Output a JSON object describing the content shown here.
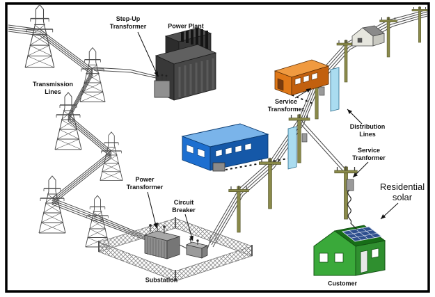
{
  "diagram": {
    "type": "power-grid-diagram",
    "labels": {
      "transmission_lines": "Transmission\nLines",
      "step_up_transformer": "Step-Up\nTransformer",
      "power_plant": "Power Plant",
      "service_transformer_top": "Service\nTransformer",
      "distribution_lines": "Distribution\nLines",
      "service_transformer_right": "Service\nTranformer",
      "residential_solar": "Residential\nsolar",
      "power_transformer": "Power\nTransformer",
      "circuit_breaker": "Circuit\nBreaker",
      "substation": "Substation",
      "customer": "Customer"
    },
    "colors": {
      "border": "#000000",
      "line_art": "#4a4a4a",
      "power_plant_dark": "#383838",
      "orange_building": "#e07818",
      "blue_building": "#1d6fd0",
      "light_blue_panel": "#aadcf0",
      "pole_olive": "#8a8a4a",
      "house_green": "#3aa93a",
      "roof_green": "#176e17",
      "solar_panel_blue": "#2e4f8e"
    }
  }
}
